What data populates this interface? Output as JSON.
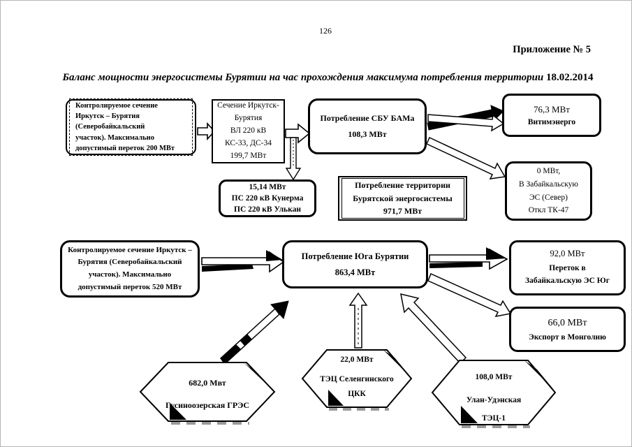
{
  "page": {
    "number": "126",
    "appendix_label": "Приложение № 5",
    "title": "Баланс мощности энергосистемы Бурятии на час прохождения максимума потребления территории",
    "title_date": "18.02.2014"
  },
  "nodes": {
    "control_section_200": {
      "lines": [
        "Контролируемое сечение",
        "Иркутск – Бурятия",
        "(Северобайкальский",
        "участок). Максимально",
        "допустимый переток 200 МВт"
      ]
    },
    "section_irkutsk": {
      "lines": [
        "Сечение Иркутск-",
        "Бурятия",
        "ВЛ 220 кВ",
        "КС-33, ДС-34",
        "199,7 МВт"
      ]
    },
    "sbu_bam": {
      "lines": [
        "Потребление СБУ БАМа",
        "108,3 МВт"
      ]
    },
    "vitimenergo": {
      "value": "76,3 МВт",
      "label": "Витимэнерго"
    },
    "zabaikal_north": {
      "lines": [
        "0 МВт,",
        "В Забайкальскую",
        "ЭС (Север)",
        "Откл ТК-47"
      ]
    },
    "kunerma": {
      "lines": [
        "15,14 МВт",
        "ПС 220 кВ Кунерма",
        "ПС 220 кВ Улькан"
      ]
    },
    "territory": {
      "lines": [
        "Потребление территории",
        "Бурятской энергосистемы",
        "971,7 МВт"
      ]
    },
    "control_section_520": {
      "lines": [
        "Контролируемое сечение Иркутск –",
        "Бурятия (Северобайкальский",
        "участок). Максимально",
        "допустимый переток 520 МВт"
      ]
    },
    "south_buryatia": {
      "title": "Потребление Юга Бурятии",
      "value": "863,4 МВт"
    },
    "zabaikal_south": {
      "value": "92,0 МВт",
      "label_lines": [
        "Переток в",
        "Забайкальскую ЭС Юг"
      ]
    },
    "mongolia": {
      "value": "66,0 МВт",
      "label": "Экспорт в Монголию"
    },
    "gusinoozerskaya_gres": {
      "value": "682,0 Мвт",
      "label": "Гусиноозерская ГРЭС"
    },
    "selenginsky_ckk": {
      "value": "22,0 МВт",
      "label_lines": [
        "ТЭЦ Селенгинского",
        "ЦКК"
      ]
    },
    "ulan_ude_tec1": {
      "value": "108,0 МВт",
      "label_lines": [
        "Улан-Удэнская",
        "ТЭЦ-1"
      ]
    }
  },
  "colors": {
    "ink": "#000000",
    "paper": "#ffffff",
    "shadow_gray": "#9a9a9a"
  }
}
